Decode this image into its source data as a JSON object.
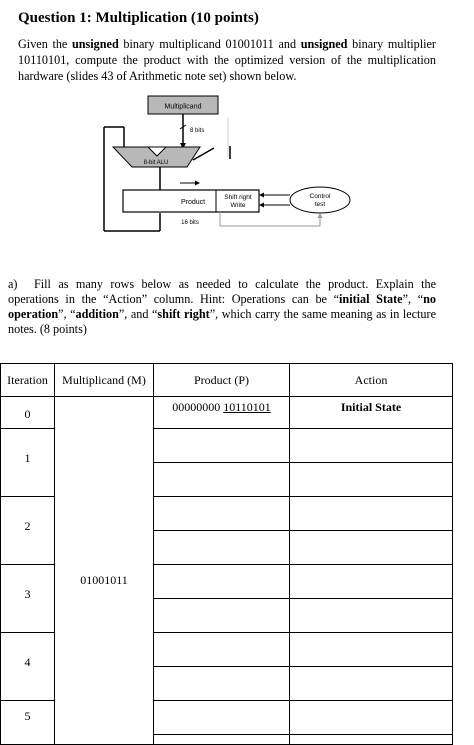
{
  "title": "Question 1: Multiplication (10 points)",
  "intro": {
    "p1": "Given the ",
    "b1": "unsigned",
    "p2": " binary multiplicand 01001011 and ",
    "b2": "unsigned",
    "p3": " binary multiplier 10110101, compute the product with the optimized version of the multiplication hardware (slides 43 of Arithmetic note set) shown below."
  },
  "diagram": {
    "multiplicand": "Multiplicand",
    "bits8": "8 bits",
    "alu": "8-bit ALU",
    "product": "Product",
    "shift_right": "Shift right",
    "write": "Write",
    "control": "Control",
    "test": "test",
    "bits16": "16 bits"
  },
  "partA": {
    "label": "a)",
    "t1": "Fill as many rows below as needed to calculate the product. Explain the operations in the “Action” column. Hint: Operations can be “",
    "b1": "initial State",
    "t2": "”, “",
    "b2": "no operation",
    "t3": "”, “",
    "b3": "addition",
    "t4": "”, and “",
    "b4": "shift right",
    "t5": "”, which carry the same meaning as in lecture notes. (8 points)"
  },
  "table": {
    "headers": [
      "Iteration",
      "Multiplicand (M)",
      "Product (P)",
      "Action"
    ],
    "multiplicand_value": "01001011",
    "product_initial_high": "00000000",
    "product_initial_low": "10110101",
    "action_initial": "Initial State",
    "iterations": [
      "0",
      "1",
      "2",
      "3",
      "4",
      "5"
    ]
  }
}
